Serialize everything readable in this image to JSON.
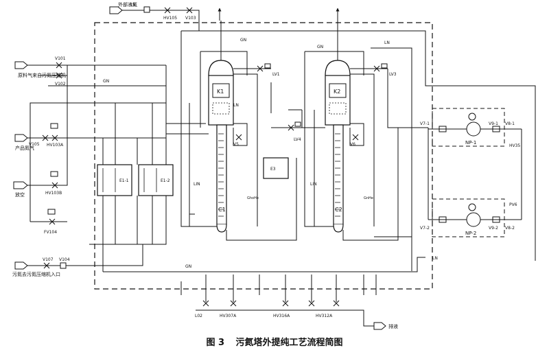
{
  "caption": {
    "figure_no": "图 3",
    "title": "污氮塔外提纯工艺流程简图"
  },
  "streams": {
    "raw_feed": "原料气来自污氮压缩机",
    "product": "产品氮气",
    "vent": "放空",
    "return": "污氮去污氮压缩机入口",
    "external": "外部液氮",
    "drain": "排液"
  },
  "equipment": {
    "c1": "C1",
    "c2": "C2",
    "k1": "K1",
    "k2": "K2",
    "e1": "E1-1",
    "e2": "E1-2",
    "e3": "E3",
    "np1": "NP-1",
    "np2": "NP-2"
  },
  "valves": {
    "v101": "V101",
    "v102": "V102",
    "v105": "V105",
    "hv103a": "HV103A",
    "hv103b": "HV103B",
    "fv104": "FV104",
    "v107": "V107",
    "v104": "V104",
    "hv105": "HV105",
    "v103": "V103",
    "lv1": "LV1",
    "lv3": "LV3",
    "lv4": "LV4",
    "v5": "V5",
    "v6": "V6",
    "v7_1": "V7-1",
    "v7_2": "V7-2",
    "v8_1": "V8-1",
    "v8_2": "V8-2",
    "v9_1": "V9-1",
    "v9_2": "V9-2",
    "hv35": "HV35",
    "pv6": "PV6",
    "l02": "L02",
    "hv307a": "HV307A",
    "hv316a": "HV316A",
    "hv312a": "HV312A"
  },
  "lines": {
    "gn": "GN",
    "ln": "LN",
    "lin": "LIN",
    "gn_b": "GN",
    "ln_b": "LN",
    "ghl": "GhoHe",
    "gnh": "GnHe"
  }
}
